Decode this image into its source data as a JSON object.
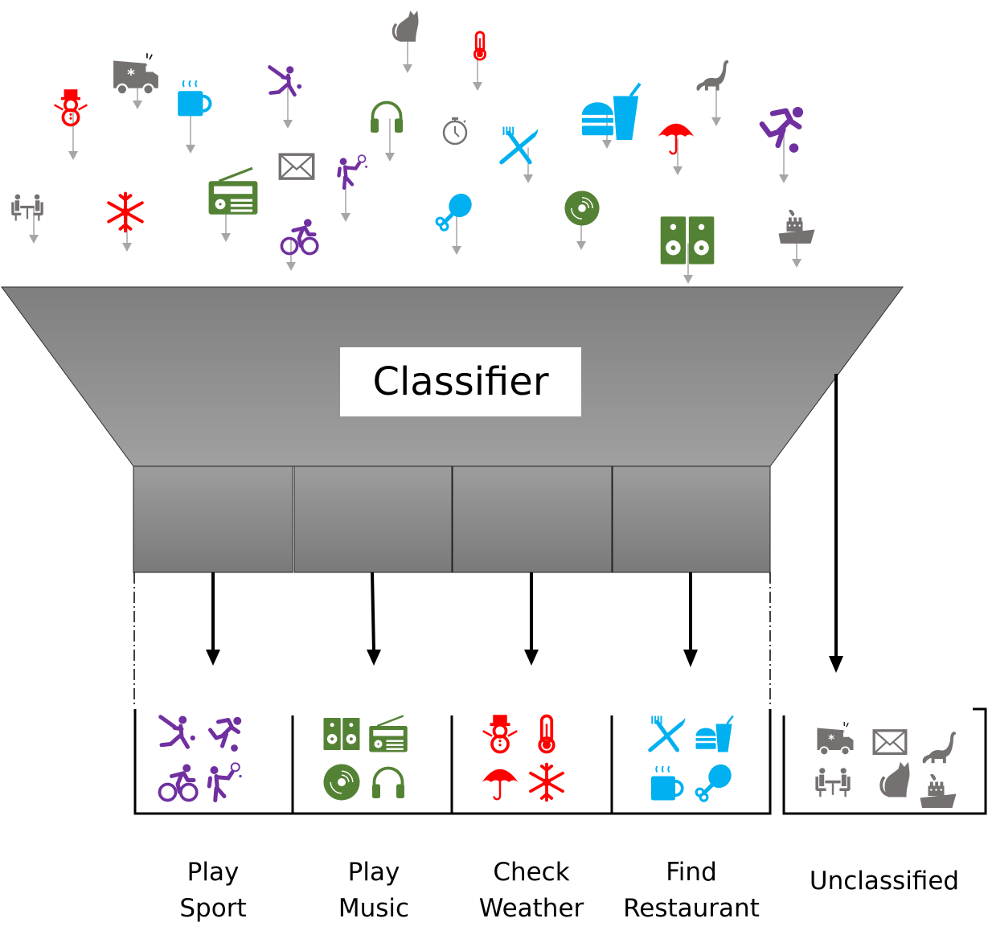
{
  "title": "Classifier",
  "colors": {
    "sport": "#7030a0",
    "music": "#548235",
    "weather": "#ff0000",
    "restaurant": "#00b0f0",
    "unclassified": "#767171",
    "connector": "#a6a6a6",
    "funnel_top": "#7f7f7f",
    "funnel_bottom": "#a0a0a0"
  },
  "categories": [
    {
      "id": "sport",
      "label_line1": "Play",
      "label_line2": "Sport",
      "icons": [
        "cricket-player",
        "soccer-player",
        "cyclist",
        "tennis-player"
      ]
    },
    {
      "id": "music",
      "label_line1": "Play",
      "label_line2": "Music",
      "icons": [
        "speakers",
        "radio",
        "vinyl-disc",
        "headphones"
      ]
    },
    {
      "id": "weather",
      "label_line1": "Check",
      "label_line2": "Weather",
      "icons": [
        "snowman",
        "thermometer",
        "umbrella",
        "snowflake"
      ]
    },
    {
      "id": "restaurant",
      "label_line1": "Find",
      "label_line2": "Restaurant",
      "icons": [
        "fork-knife",
        "fast-food",
        "coffee-mug",
        "chicken-leg"
      ]
    }
  ],
  "unclassified": {
    "label": "Unclassified",
    "icons": [
      "ambulance",
      "envelope",
      "dinosaur",
      "meeting",
      "cat",
      "ship"
    ]
  },
  "input_icons": [
    {
      "name": "meeting",
      "group": "unclassified"
    },
    {
      "name": "snowman",
      "group": "weather"
    },
    {
      "name": "ambulance",
      "group": "unclassified"
    },
    {
      "name": "coffee-mug",
      "group": "restaurant"
    },
    {
      "name": "snowflake",
      "group": "weather"
    },
    {
      "name": "radio",
      "group": "music"
    },
    {
      "name": "cricket-player",
      "group": "sport"
    },
    {
      "name": "envelope",
      "group": "unclassified"
    },
    {
      "name": "cyclist",
      "group": "sport"
    },
    {
      "name": "tennis-player",
      "group": "sport"
    },
    {
      "name": "cat",
      "group": "unclassified"
    },
    {
      "name": "headphones",
      "group": "music"
    },
    {
      "name": "stopwatch",
      "group": "unclassified"
    },
    {
      "name": "chicken-leg",
      "group": "restaurant"
    },
    {
      "name": "thermometer",
      "group": "weather"
    },
    {
      "name": "fork-knife",
      "group": "restaurant"
    },
    {
      "name": "vinyl-disc",
      "group": "music"
    },
    {
      "name": "fast-food",
      "group": "restaurant"
    },
    {
      "name": "umbrella",
      "group": "weather"
    },
    {
      "name": "speakers",
      "group": "music"
    },
    {
      "name": "dinosaur",
      "group": "unclassified"
    },
    {
      "name": "soccer-player",
      "group": "sport"
    },
    {
      "name": "ship",
      "group": "unclassified"
    }
  ]
}
